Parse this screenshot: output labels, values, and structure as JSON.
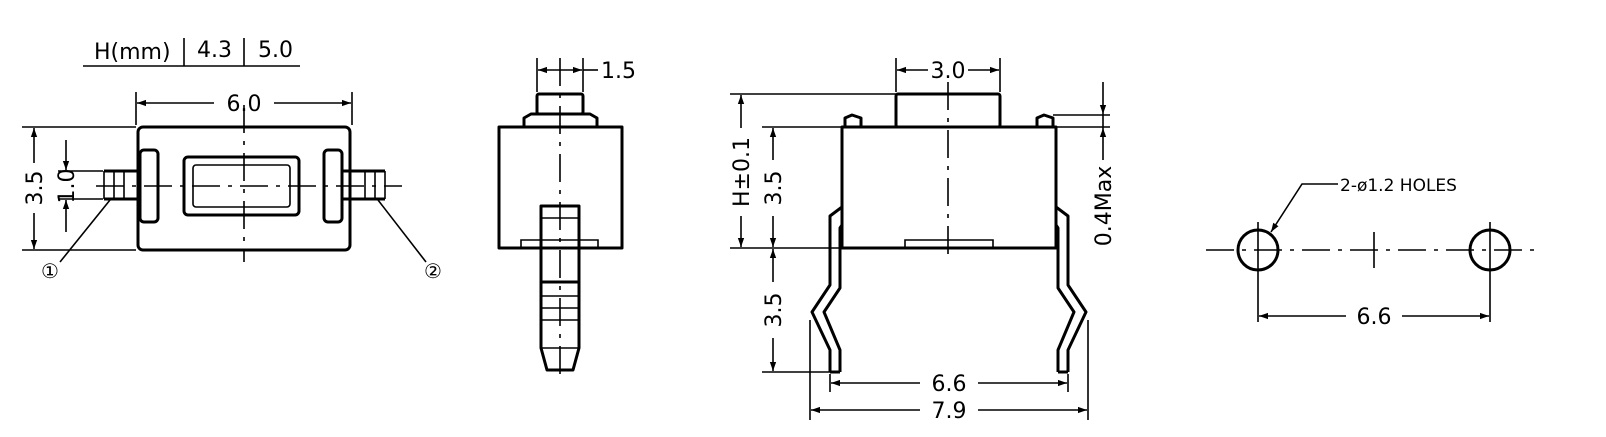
{
  "table": {
    "header": "H(mm)",
    "values": [
      "4.3",
      "5.0"
    ]
  },
  "top_view": {
    "width": "6.0",
    "height": "3.5",
    "pin_width": "1.0",
    "pin1": "①",
    "pin2": "②"
  },
  "side_view": {
    "actuator_width": "1.5"
  },
  "front_view": {
    "actuator_width": "3.0",
    "total_height": "H±0.1",
    "body_height": "3.5",
    "lead_length": "3.5",
    "offset": "0.4Max",
    "lead_spacing": "6.6",
    "overall_width": "7.9"
  },
  "pcb_layout": {
    "holes": "2-ø1.2 HOLES",
    "spacing": "6.6"
  }
}
